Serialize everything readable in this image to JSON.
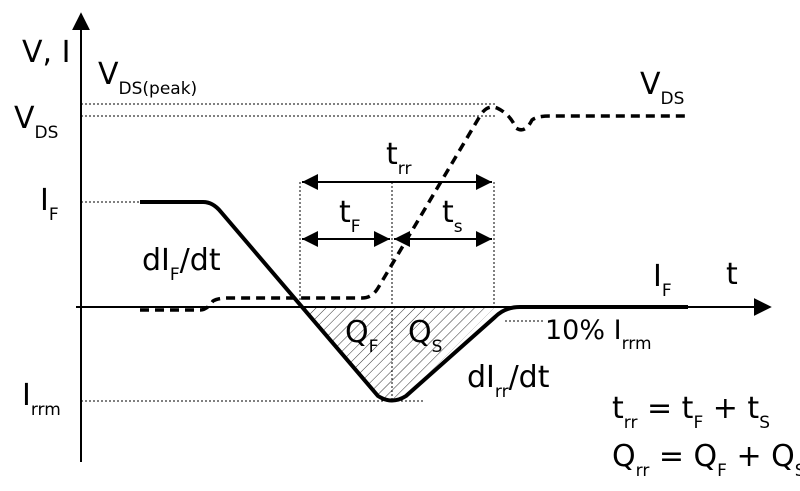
{
  "axes": {
    "y_label": "V, I",
    "x_label": "t"
  },
  "labels": {
    "vds_peak": {
      "main": "V",
      "sub": "DS(peak)"
    },
    "vds_left": {
      "main": "V",
      "sub": "DS"
    },
    "vds_right": {
      "main": "V",
      "sub": "DS"
    },
    "if_left": {
      "main": "I",
      "sub": "F"
    },
    "if_right": {
      "main": "I",
      "sub": "F"
    },
    "irrm_left": {
      "main": "I",
      "sub": "rrm"
    },
    "trr": {
      "main": "t",
      "sub": "rr"
    },
    "tf": {
      "main": "t",
      "sub": "F"
    },
    "ts": {
      "main": "t",
      "sub": "s"
    },
    "dif_dt": {
      "pre": "dI",
      "sub": "F",
      "post": "/dt"
    },
    "dirr_dt": {
      "pre": "dI",
      "sub": "rr",
      "post": "/dt"
    },
    "qf": {
      "main": "Q",
      "sub": "F"
    },
    "qs": {
      "main": "Q",
      "sub": "S"
    },
    "ten_pct": {
      "main": "10% I",
      "sub": "rrm"
    }
  },
  "equations": {
    "trr": {
      "lhs": "t",
      "lhs_sub": "rr",
      "op": " = t",
      "a_sub": "F",
      "plus": " + t",
      "b_sub": "S"
    },
    "qrr": {
      "lhs": "Q",
      "lhs_sub": "rr",
      "op": " = Q",
      "a_sub": "F",
      "plus": " + Q",
      "b_sub": "S"
    }
  }
}
